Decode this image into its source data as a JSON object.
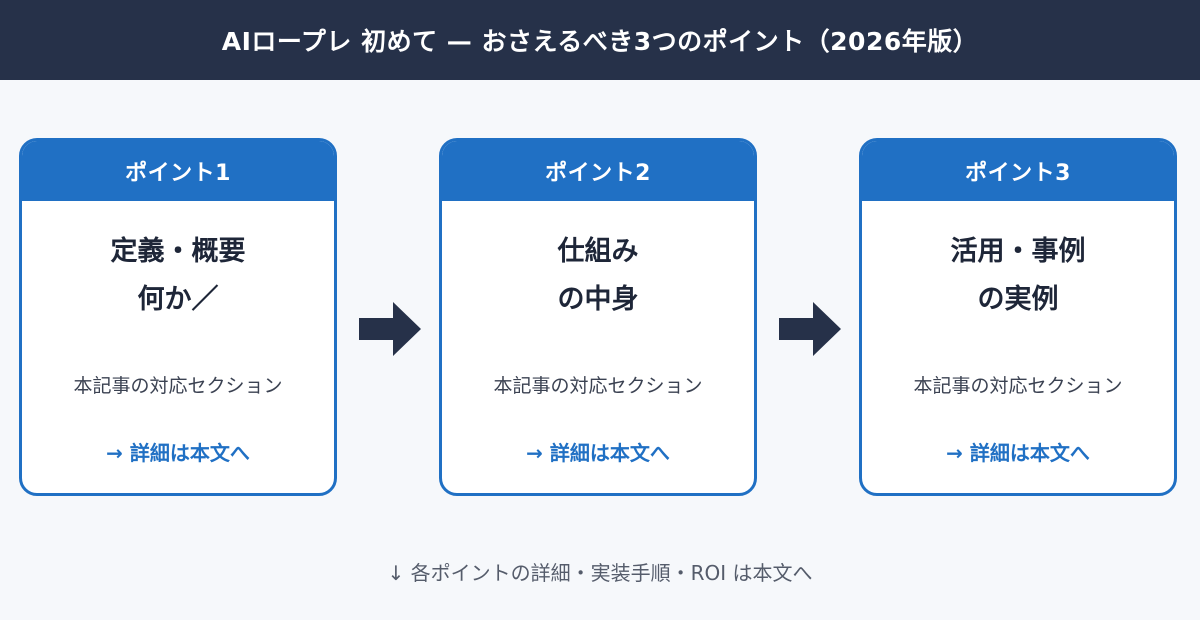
{
  "header": {
    "title": "AIロープレ 初めて — おさえるべき3つのポイント（2026年版）"
  },
  "cards": [
    {
      "label": "ポイント1",
      "title_lines": [
        "定義・概要",
        "何か／"
      ],
      "section": "本記事の対応セクション",
      "link": "→ 詳細は本文へ"
    },
    {
      "label": "ポイント2",
      "title_lines": [
        "仕組み",
        "の中身"
      ],
      "section": "本記事の対応セクション",
      "link": "→ 詳細は本文へ"
    },
    {
      "label": "ポイント3",
      "title_lines": [
        "活用・事例",
        "の実例"
      ],
      "section": "本記事の対応セクション",
      "link": "→ 詳細は本文へ"
    }
  ],
  "footer": {
    "note": "↓ 各ポイントの詳細・実装手順・ROI は本文へ"
  },
  "icons": {
    "flow_arrow": "arrow-right-icon"
  },
  "colors": {
    "header_bg": "#263149",
    "accent": "#2070c4",
    "page_bg": "#f6f8fb",
    "arrow": "#263149"
  }
}
